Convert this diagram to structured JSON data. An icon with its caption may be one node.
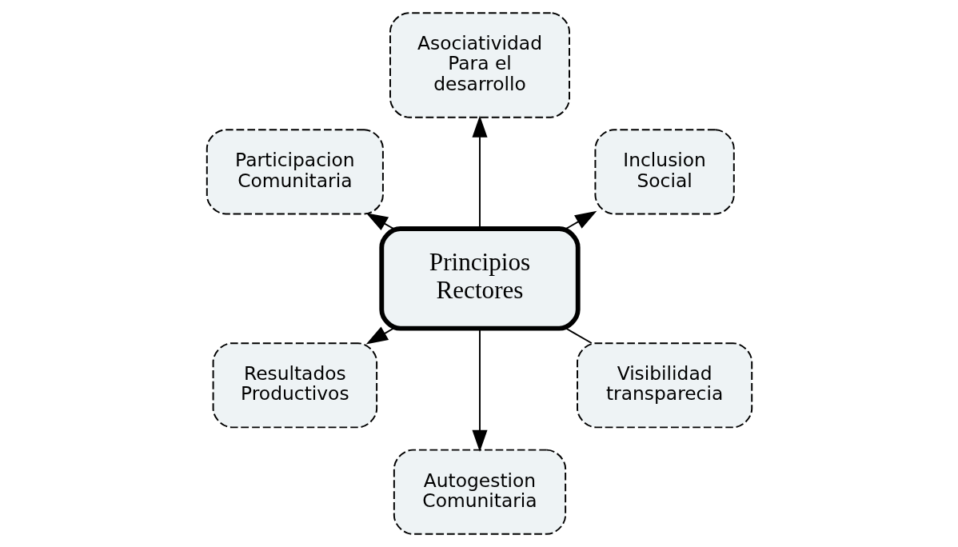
{
  "diagram": {
    "nodes": [
      {
        "text": [
          "Inclusion Social"
        ]
      },
      {
        "text": [
          "Asociatividad Para el desarrollo"
        ]
      },
      {
        "text": [
          "Participacion Comunitaria"
        ]
      },
      {
        "text": [
          "Principios Rectores"
        ]
      },
      {
        "text": [
          "Resultados Productivos"
        ]
      },
      {
        "text": [
          "Autogestion Comunitaria"
        ]
      },
      {
        "text": [
          "Visibilidad transparecia"
        ]
      }
    ],
    "edges": [
      {
        "from": 3,
        "to": 0,
        "arrow": "to"
      },
      {
        "from": 3,
        "to": 1,
        "arrow": "to"
      },
      {
        "from": 3,
        "to": 2,
        "arrow": "to"
      },
      {
        "from": 3,
        "to": 4,
        "arrow": "to"
      },
      {
        "from": 3,
        "to": 5,
        "arrow": "to"
      },
      {
        "from": 3,
        "to": 6,
        "arrow": "none"
      }
    ]
  }
}
